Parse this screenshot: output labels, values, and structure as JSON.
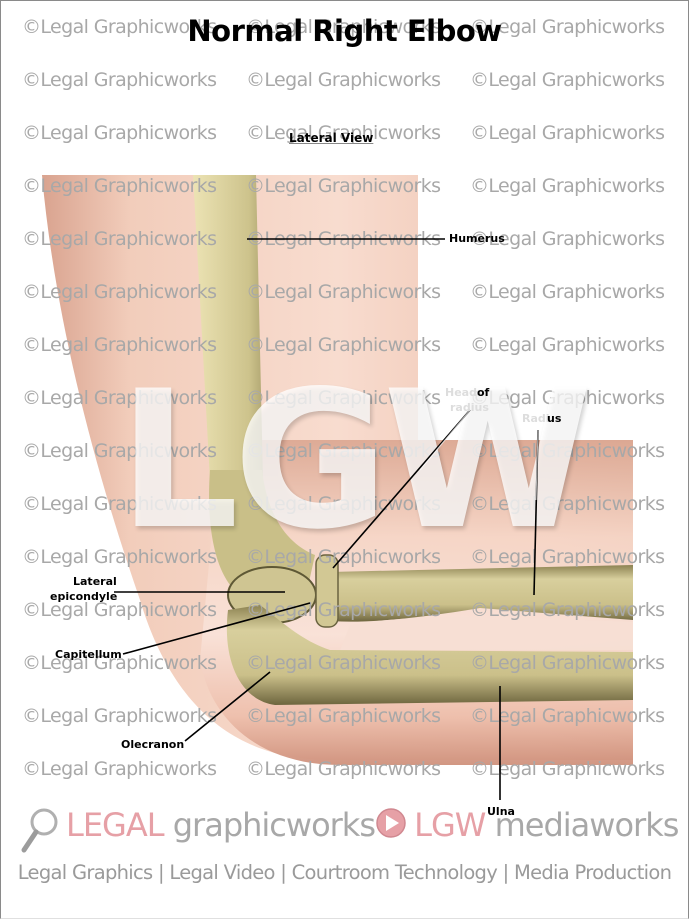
{
  "title": "Normal Right Elbow",
  "subtitle": "Lateral View",
  "watermark": {
    "text": "©Legal Graphicworks",
    "big_logo": "LGW",
    "rows_y": [
      28,
      81,
      134,
      187,
      240,
      293,
      346,
      399,
      452,
      505,
      558,
      611,
      664,
      717,
      770
    ],
    "cols_x": [
      22,
      246,
      470
    ]
  },
  "labels": {
    "humerus": "Humerus",
    "head_of": "of",
    "head_radius_faint_1": "Head",
    "head_radius_faint_2": "radius",
    "radius_faint": "Radi",
    "radius_end": "us",
    "lateral_1": "Lateral",
    "lateral_2": "epicondyle",
    "capitellum": "Capitellum",
    "olecranon": "Olecranon",
    "ulna": "Ulna"
  },
  "footer": {
    "brand_legal": "LEGAL",
    "brand_graphicworks": " graphicworks ",
    "brand_lgw": "LGW",
    "brand_mediaworks": " mediaworks",
    "tagline": "Legal Graphics | Legal Video | Courtroom Technology | Media Production"
  },
  "colors": {
    "skin": "#efc4b0",
    "skin_dark": "#d49a86",
    "bone": "#d8d0a0",
    "bone_dark": "#8a8050",
    "brand_red": "#e6a0a6",
    "watermark_grey": "#a8a8a8"
  }
}
